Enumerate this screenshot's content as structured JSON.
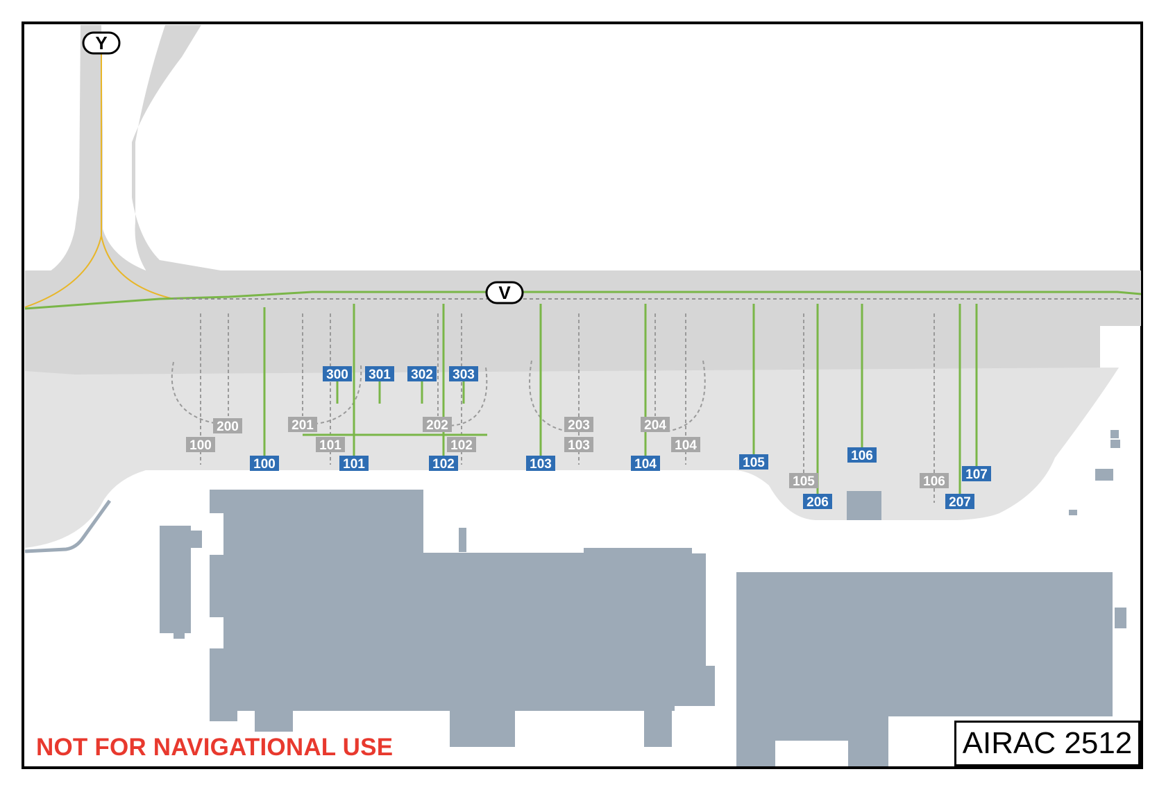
{
  "taxiways": {
    "Y": "Y",
    "V": "V"
  },
  "stands_primary": [
    {
      "id": "100",
      "label": "100"
    },
    {
      "id": "101",
      "label": "101"
    },
    {
      "id": "102",
      "label": "102"
    },
    {
      "id": "103",
      "label": "103"
    },
    {
      "id": "104",
      "label": "104"
    },
    {
      "id": "105",
      "label": "105"
    },
    {
      "id": "106",
      "label": "106"
    },
    {
      "id": "107",
      "label": "107"
    },
    {
      "id": "206",
      "label": "206"
    },
    {
      "id": "207",
      "label": "207"
    },
    {
      "id": "300",
      "label": "300"
    },
    {
      "id": "301",
      "label": "301"
    },
    {
      "id": "302",
      "label": "302"
    },
    {
      "id": "303",
      "label": "303"
    }
  ],
  "stands_alternate": [
    {
      "id": "g100",
      "label": "100"
    },
    {
      "id": "g200",
      "label": "200"
    },
    {
      "id": "g201",
      "label": "201"
    },
    {
      "id": "g101",
      "label": "101"
    },
    {
      "id": "g202",
      "label": "202"
    },
    {
      "id": "g102",
      "label": "102"
    },
    {
      "id": "g203",
      "label": "203"
    },
    {
      "id": "g103",
      "label": "103"
    },
    {
      "id": "g204",
      "label": "204"
    },
    {
      "id": "g104",
      "label": "104"
    },
    {
      "id": "g105",
      "label": "105"
    },
    {
      "id": "g106",
      "label": "106"
    }
  ],
  "footer": {
    "warning": "NOT FOR NAVIGATIONAL USE",
    "airac": "AIRAC 2512"
  },
  "colors": {
    "taxiway_surface": "#d6d6d6",
    "apron_surface": "#e3e3e3",
    "building": "#9daab7",
    "centerline_green": "#7ab648",
    "centerline_yellow": "#e8b628",
    "stand_blue": "#2e6db3",
    "stand_grey": "#a7a7a7",
    "warning_red": "#e8392e"
  }
}
